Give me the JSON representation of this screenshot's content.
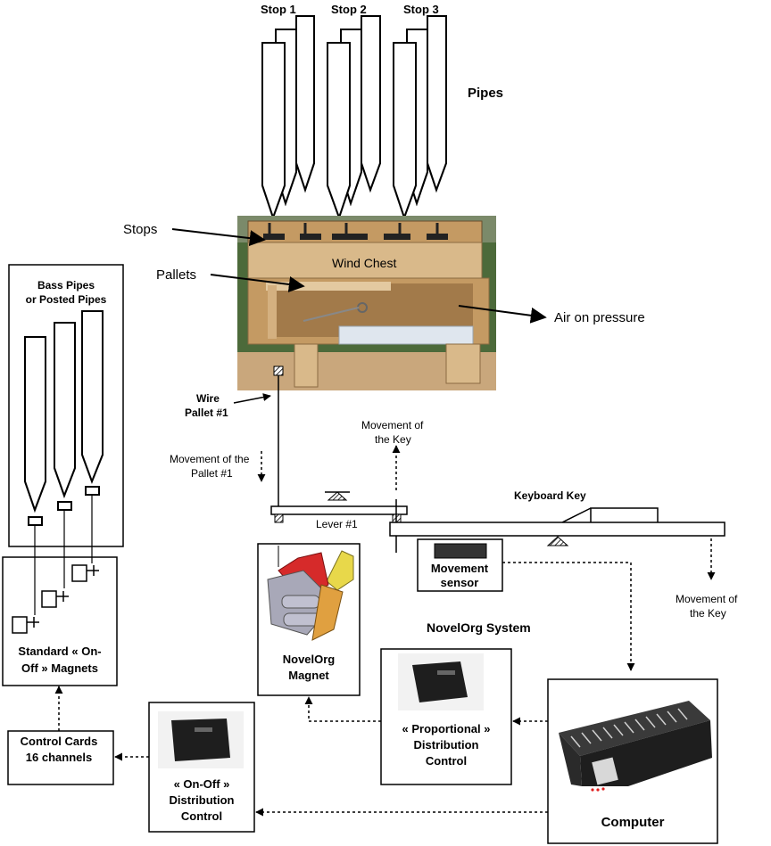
{
  "labels": {
    "stop_1": "Stop 1",
    "stop_2": "Stop 2",
    "stop_3": "Stop 3",
    "pipes": "Pipes",
    "stops": "Stops",
    "pallets": "Pallets",
    "wind_chest": "Wind Chest",
    "air_on_pressure": "Air on pressure",
    "bass_pipes_line1": "Bass Pipes",
    "bass_pipes_line2": "or Posted Pipes",
    "wire_line1": "Wire",
    "wire_line2": "Pallet #1",
    "movement_key_top_line1": "Movement of",
    "movement_key_top_line2": "the Key",
    "movement_pallet_line1": "Movement of the",
    "movement_pallet_line2": "Pallet #1",
    "keyboard_key": "Keyboard Key",
    "lever": "Lever #1",
    "movement_sensor_line1": "Movement",
    "movement_sensor_line2": "sensor",
    "movement_key_right_line1": "Movement of",
    "movement_key_right_line2": "the Key",
    "novelorg_system": "NovelOrg System",
    "standard_magnets_line1": "Standard « On-",
    "standard_magnets_line2": "Off » Magnets",
    "novelorg_magnet_line1": "NovelOrg",
    "novelorg_magnet_line2": "Magnet",
    "proportional_line1": "« Proportional »",
    "proportional_line2": "Distribution",
    "proportional_line3": "Control",
    "control_cards_line1": "Control Cards",
    "control_cards_line2": "16 channels",
    "onoff_line1": "« On-Off »",
    "onoff_line2": "Distribution",
    "onoff_line3": "Control",
    "computer": "Computer"
  },
  "colors": {
    "line": "#000000",
    "wood_light": "#d9b98a",
    "wood_mid": "#c49a63",
    "wood_dark": "#8a6a42",
    "background_photo": "#4c6a3a",
    "device_black": "#1e1e1e",
    "magnet_red": "#d62a2a",
    "magnet_yellow": "#e8d84a",
    "magnet_grey": "#a8a8b8"
  }
}
